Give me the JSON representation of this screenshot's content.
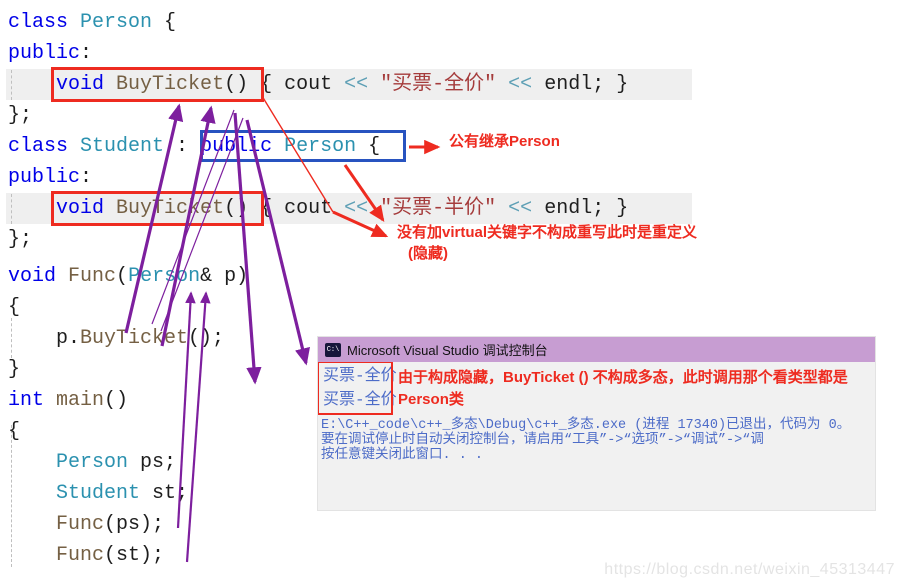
{
  "colors": {
    "keyword": "#0000e8",
    "type": "#2b91af",
    "function": "#756044",
    "plain": "#1e1e1e",
    "operator": "#5d9fb5",
    "string": "#a53b3b",
    "annotation-red": "#ee2b20",
    "arrow-purple": "#7d1f9e",
    "console-blue": "#4d6cc8",
    "title-bar": "#c79dd2",
    "console-bg": "#f1f1f1",
    "band": "#efefef",
    "watermark": "#e4e4e4"
  },
  "code": {
    "lines": [
      {
        "tokens": [
          {
            "c": "kw",
            "t": "class"
          },
          {
            "c": "pl",
            "t": " "
          },
          {
            "c": "ty",
            "t": "Person"
          },
          {
            "c": "pl",
            "t": " {"
          }
        ]
      },
      {
        "tokens": [
          {
            "c": "kw",
            "t": "public"
          },
          {
            "c": "pl",
            "t": ":"
          }
        ]
      },
      {
        "tokens": [
          {
            "c": "pl",
            "t": "    "
          },
          {
            "c": "kw",
            "t": "void"
          },
          {
            "c": "pl",
            "t": " "
          },
          {
            "c": "fn",
            "t": "BuyTicket"
          },
          {
            "c": "pl",
            "t": "() { cout "
          },
          {
            "c": "op",
            "t": "<<"
          },
          {
            "c": "pl",
            "t": " "
          },
          {
            "c": "st",
            "t": "\"买票-全价\""
          },
          {
            "c": "pl",
            "t": " "
          },
          {
            "c": "op",
            "t": "<<"
          },
          {
            "c": "pl",
            "t": " endl; }"
          }
        ]
      },
      {
        "tokens": [
          {
            "c": "pl",
            "t": "};"
          }
        ]
      },
      {
        "tokens": [
          {
            "c": "kw",
            "t": "class"
          },
          {
            "c": "pl",
            "t": " "
          },
          {
            "c": "ty",
            "t": "Student"
          },
          {
            "c": "pl",
            "t": " : "
          },
          {
            "c": "kw",
            "t": "public"
          },
          {
            "c": "pl",
            "t": " "
          },
          {
            "c": "ty",
            "t": "Person"
          },
          {
            "c": "pl",
            "t": " {"
          }
        ]
      },
      {
        "tokens": [
          {
            "c": "kw",
            "t": "public"
          },
          {
            "c": "pl",
            "t": ":"
          }
        ]
      },
      {
        "tokens": [
          {
            "c": "pl",
            "t": "    "
          },
          {
            "c": "kw",
            "t": "void"
          },
          {
            "c": "pl",
            "t": " "
          },
          {
            "c": "fn",
            "t": "BuyTicket"
          },
          {
            "c": "pl",
            "t": "() { cout "
          },
          {
            "c": "op",
            "t": "<<"
          },
          {
            "c": "pl",
            "t": " "
          },
          {
            "c": "st",
            "t": "\"买票-半价\""
          },
          {
            "c": "pl",
            "t": " "
          },
          {
            "c": "op",
            "t": "<<"
          },
          {
            "c": "pl",
            "t": " endl; }"
          }
        ]
      },
      {
        "tokens": [
          {
            "c": "pl",
            "t": "};"
          }
        ]
      },
      {
        "gap": true,
        "tokens": [
          {
            "c": "kw",
            "t": "void"
          },
          {
            "c": "pl",
            "t": " "
          },
          {
            "c": "fn",
            "t": "Func"
          },
          {
            "c": "pl",
            "t": "("
          },
          {
            "c": "ty",
            "t": "Person"
          },
          {
            "c": "pl",
            "t": "& p)"
          }
        ]
      },
      {
        "tokens": [
          {
            "c": "pl",
            "t": "{"
          }
        ]
      },
      {
        "tokens": [
          {
            "c": "pl",
            "t": "    p."
          },
          {
            "c": "fn",
            "t": "BuyTicket"
          },
          {
            "c": "pl",
            "t": "();"
          }
        ]
      },
      {
        "tokens": [
          {
            "c": "pl",
            "t": "}"
          }
        ]
      },
      {
        "tokens": [
          {
            "c": "kw",
            "t": "int"
          },
          {
            "c": "pl",
            "t": " "
          },
          {
            "c": "fn",
            "t": "main"
          },
          {
            "c": "pl",
            "t": "()"
          }
        ]
      },
      {
        "tokens": [
          {
            "c": "pl",
            "t": "{"
          }
        ]
      },
      {
        "tokens": [
          {
            "c": "pl",
            "t": "    "
          },
          {
            "c": "ty",
            "t": "Person"
          },
          {
            "c": "pl",
            "t": " ps;"
          }
        ]
      },
      {
        "tokens": [
          {
            "c": "pl",
            "t": "    "
          },
          {
            "c": "ty",
            "t": "Student"
          },
          {
            "c": "pl",
            "t": " st;"
          }
        ]
      },
      {
        "tokens": [
          {
            "c": "pl",
            "t": "    "
          },
          {
            "c": "fn",
            "t": "Func"
          },
          {
            "c": "pl",
            "t": "(ps);"
          }
        ]
      },
      {
        "tokens": [
          {
            "c": "pl",
            "t": "    "
          },
          {
            "c": "fn",
            "t": "Func"
          },
          {
            "c": "pl",
            "t": "(st);"
          }
        ]
      }
    ]
  },
  "annotations": {
    "inherit_note": "公有继承Person",
    "redef_note_line1": "没有加virtual关键字不构成重写此时是重定义",
    "redef_note_line2": "(隐藏)"
  },
  "console": {
    "title": "Microsoft Visual Studio 调试控制台",
    "icon_label": "C:\\",
    "output_lines": [
      "买票-全价",
      "买票-全价"
    ],
    "note_line1": "由于构成隐藏，BuyTicket () 不构成多态，此时调用那个看类型都是",
    "note_line2": "Person类",
    "info_lines": [
      "E:\\C++_code\\c++_多态\\Debug\\c++_多态.exe (进程 17340)已退出，代码为 0。",
      "要在调试停止时自动关闭控制台，请启用“工具”->“选项”->“调试”->“调",
      "按任意键关闭此窗口. . ."
    ]
  },
  "watermark": "https://blog.csdn.net/weixin_45313447"
}
